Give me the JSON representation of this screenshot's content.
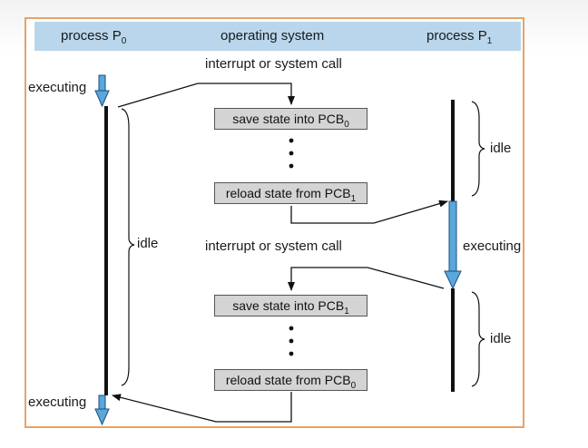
{
  "header": {
    "p0_label": "process P",
    "p0_sub": "0",
    "os_label": "operating system",
    "p1_label": "process P",
    "p1_sub": "1"
  },
  "labels": {
    "interrupt_top": "interrupt or system call",
    "interrupt_mid": "interrupt or system call",
    "executing_p0_top": "executing",
    "executing_p0_bottom": "executing",
    "executing_p1": "executing",
    "idle_p0": "idle",
    "idle_p1_top": "idle",
    "idle_p1_bottom": "idle"
  },
  "boxes": {
    "save_pcb0": {
      "text": "save state into PCB",
      "sub": "0"
    },
    "reload_pcb1": {
      "text": "reload state from PCB",
      "sub": "1"
    },
    "save_pcb1": {
      "text": "save state into PCB",
      "sub": "1"
    },
    "reload_pcb0": {
      "text": "reload state from PCB",
      "sub": "0"
    }
  },
  "colors": {
    "frame_border": "#e8a266",
    "header_bg": "#b9d6ec",
    "box_bg": "#d4d4d4",
    "executing_arrow": "#5aa7dc"
  }
}
